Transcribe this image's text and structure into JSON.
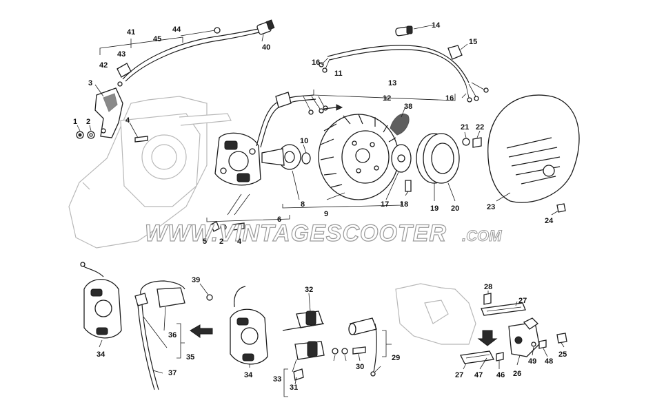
{
  "diagram": {
    "watermark": "WWW.VINTAGESCOOTER.COM",
    "watermark_main": "WWW.VINTAGESCOOTER",
    "watermark_suffix": ".COM",
    "labels": [
      "1",
      "2",
      "3",
      "4",
      "5",
      "6",
      "8",
      "9",
      "10",
      "11",
      "12",
      "13",
      "14",
      "15",
      "16",
      "17",
      "18",
      "19",
      "20",
      "21",
      "22",
      "23",
      "24",
      "25",
      "26",
      "27",
      "28",
      "29",
      "30",
      "31",
      "32",
      "33",
      "34",
      "35",
      "36",
      "37",
      "38",
      "39",
      "40",
      "41",
      "42",
      "43",
      "44",
      "45",
      "46",
      "47",
      "48",
      "49"
    ],
    "colors": {
      "ink": "#1a1a1a",
      "paper": "#ffffff",
      "faint": "#b8b8b8",
      "watermark": "#9a9a9a"
    }
  }
}
